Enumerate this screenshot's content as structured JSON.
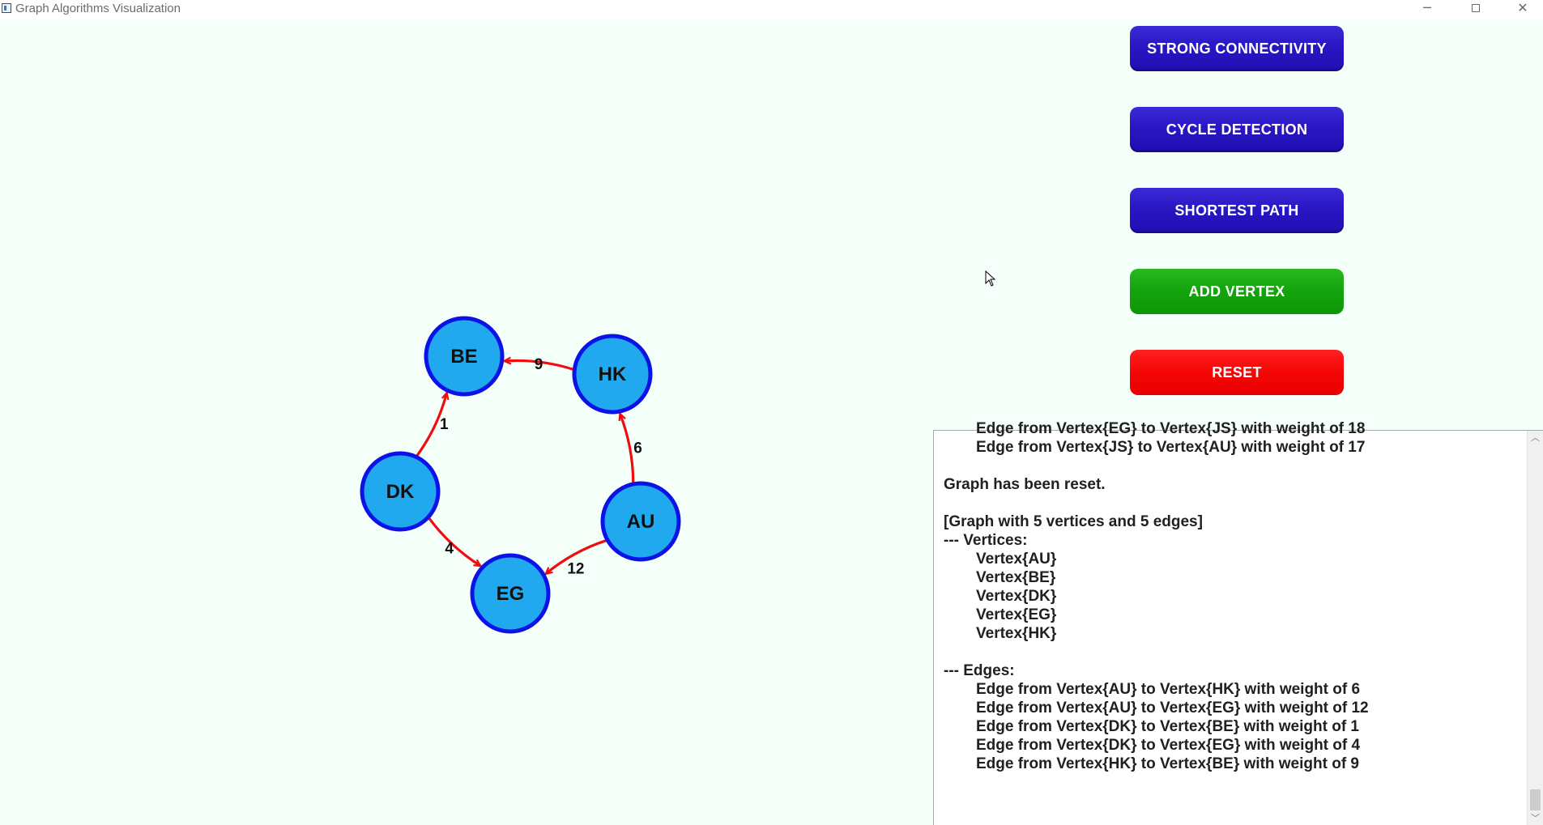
{
  "window": {
    "title": "Graph Algorithms Visualization",
    "controls": {
      "minimize": "─",
      "close": "✕"
    }
  },
  "buttons": {
    "strong_connectivity": "STRONG CONNECTIVITY",
    "cycle_detection": "CYCLE DETECTION",
    "shortest_path": "SHORTEST PATH",
    "add_vertex": "ADD VERTEX",
    "reset": "RESET"
  },
  "colors": {
    "vertex_fill": "#21a9ef",
    "vertex_stroke": "#0b12e6",
    "edge": "#ef0d0d",
    "button_blue": "#2a16c4",
    "button_green": "#13a30d",
    "button_red": "#f40606",
    "background": "#f4fffa"
  },
  "graph": {
    "vertices": [
      "BE",
      "HK",
      "DK",
      "AU",
      "EG"
    ],
    "edges": [
      {
        "from": "HK",
        "to": "BE",
        "weight": "9"
      },
      {
        "from": "DK",
        "to": "BE",
        "weight": "1"
      },
      {
        "from": "AU",
        "to": "HK",
        "weight": "6"
      },
      {
        "from": "DK",
        "to": "EG",
        "weight": "4"
      },
      {
        "from": "AU",
        "to": "EG",
        "weight": "12"
      }
    ]
  },
  "log": {
    "lines": [
      "Edge from Vertex{EG} to Vertex{JS} with weight of 18",
      "Edge from Vertex{JS} to Vertex{AU} with weight of 17",
      "",
      "Graph has been reset.",
      "",
      "[Graph with 5 vertices and 5 edges]",
      "--- Vertices:",
      "Vertex{AU}",
      "Vertex{BE}",
      "Vertex{DK}",
      "Vertex{EG}",
      "Vertex{HK}",
      "",
      "--- Edges:",
      "Edge from Vertex{AU} to Vertex{HK} with weight of 6",
      "Edge from Vertex{AU} to Vertex{EG} with weight of 12",
      "Edge from Vertex{DK} to Vertex{BE} with weight of 1",
      "Edge from Vertex{DK} to Vertex{EG} with weight of 4",
      "Edge from Vertex{HK} to Vertex{BE} with weight of 9"
    ]
  }
}
